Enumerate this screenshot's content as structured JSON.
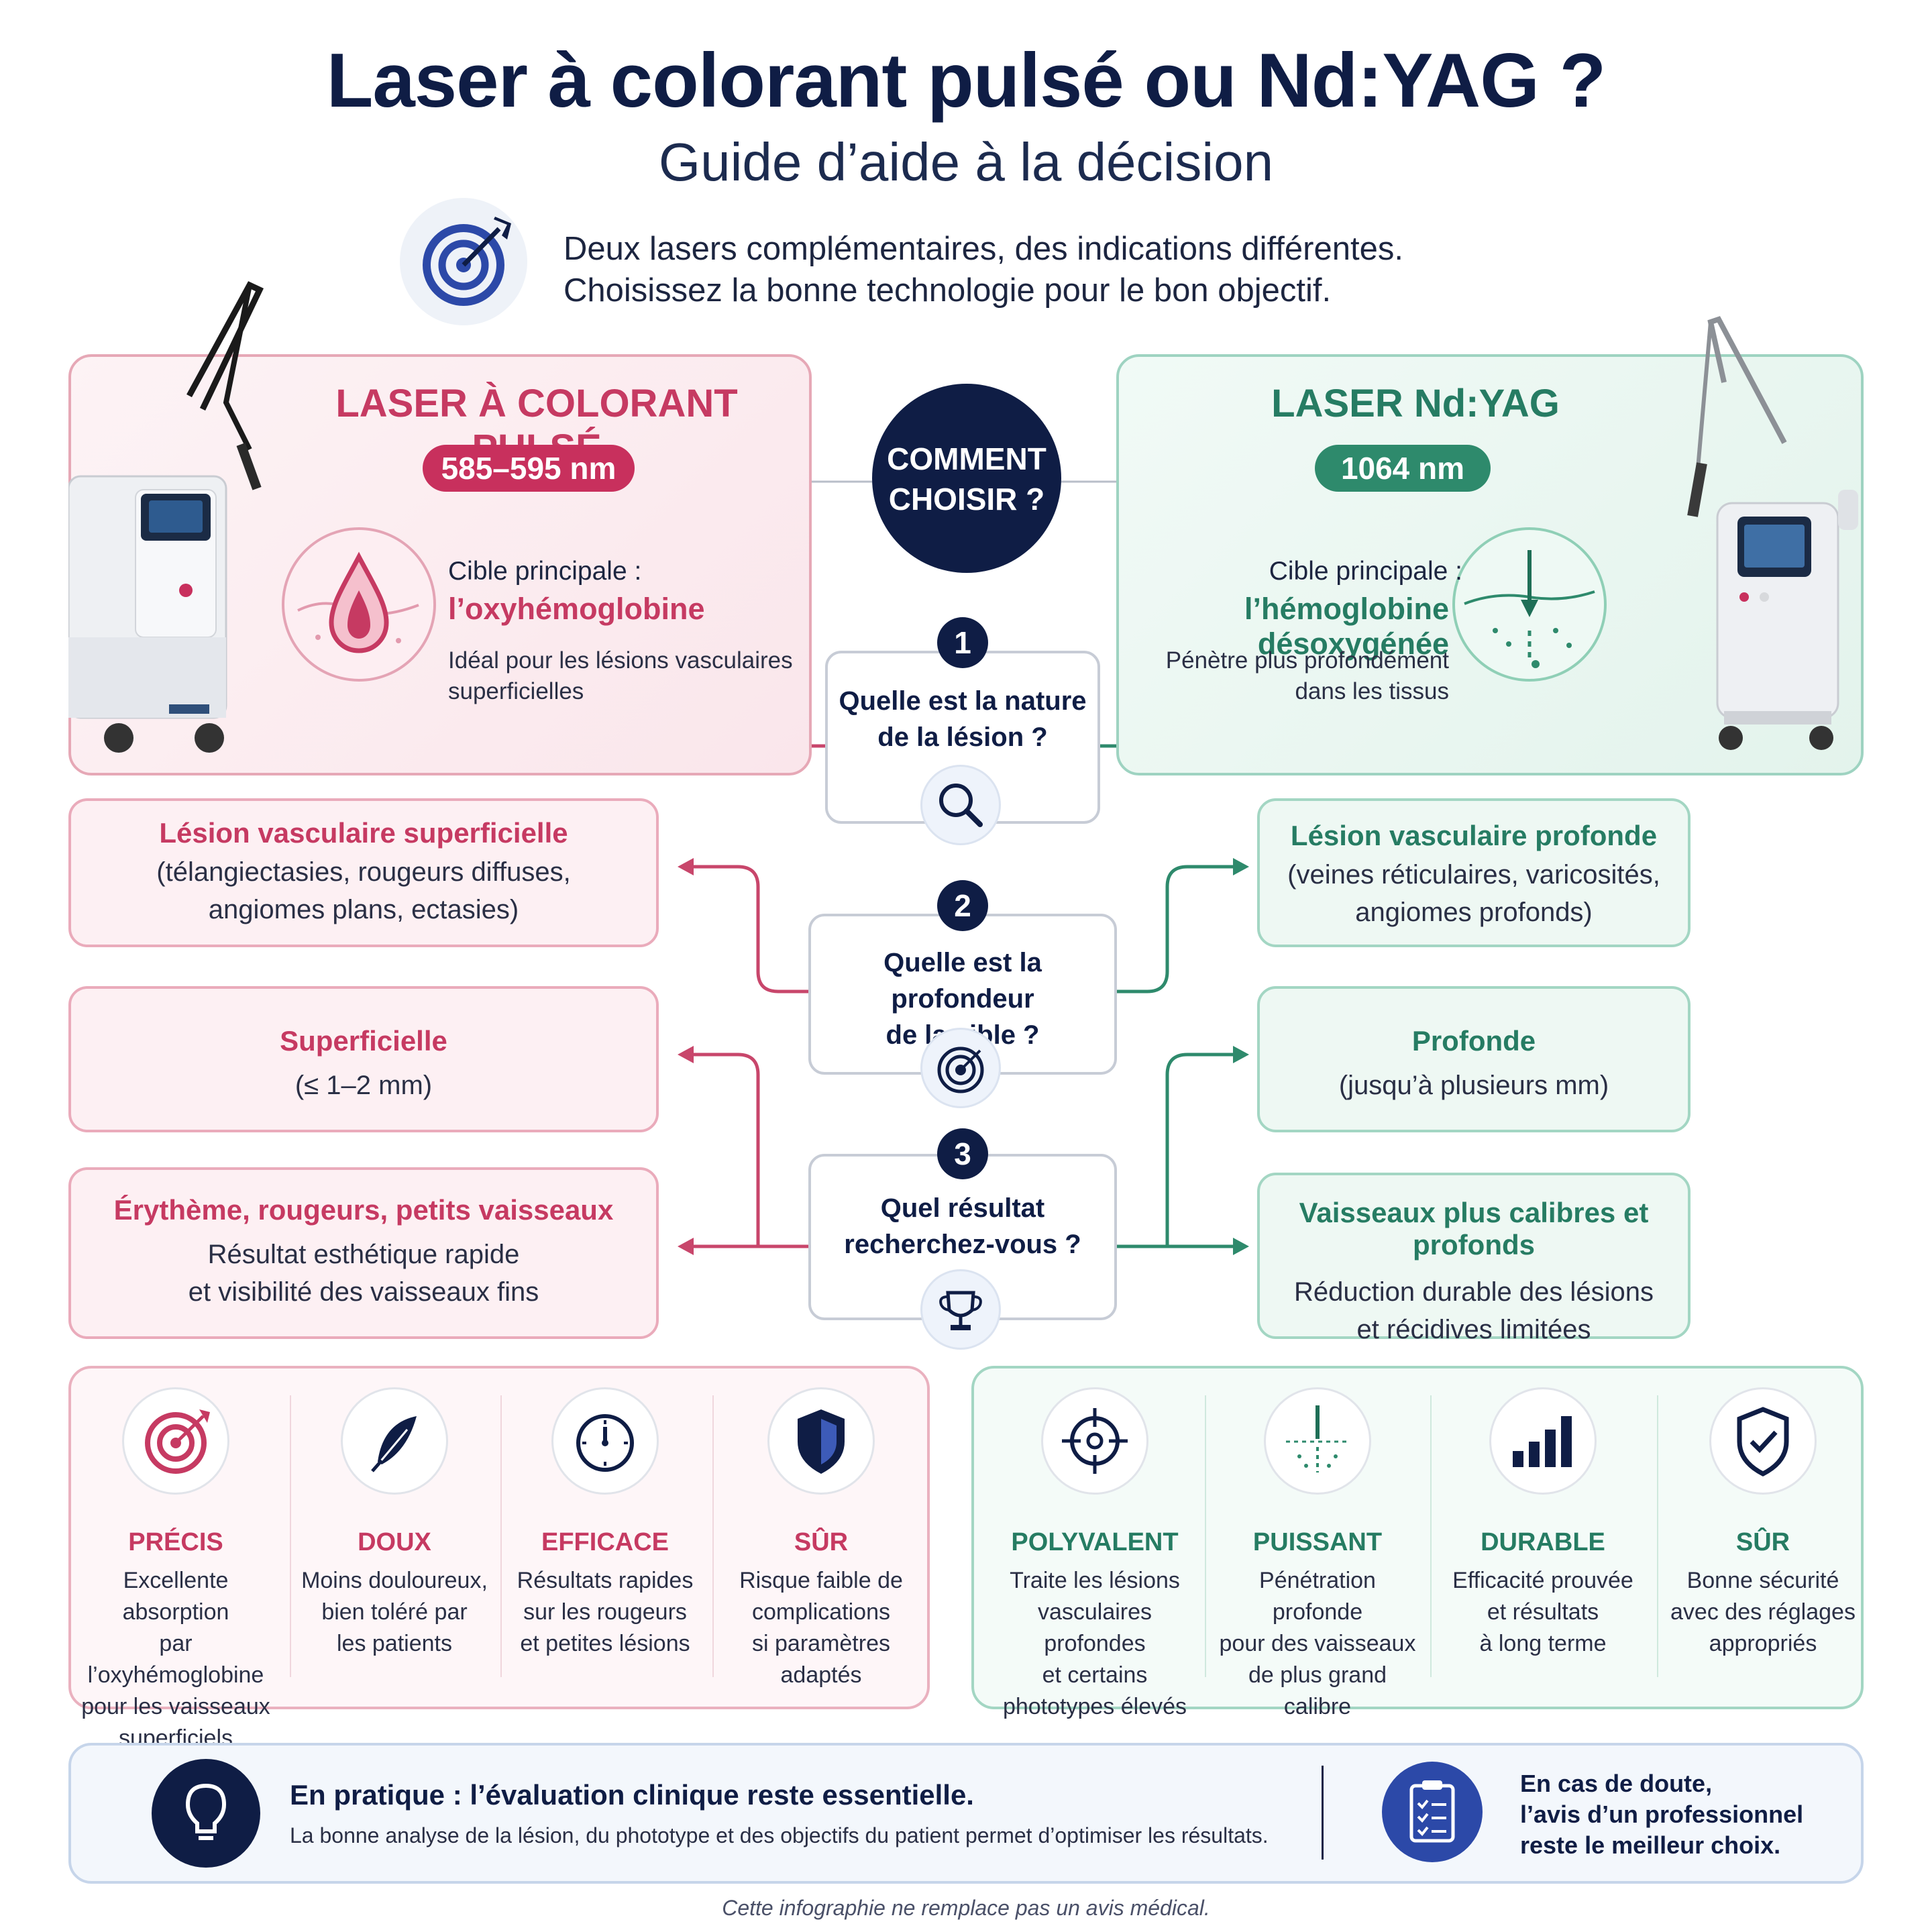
{
  "header": {
    "title": "Laser à colorant pulsé ou Nd:YAG ?",
    "subtitle": "Guide d’aide à la décision",
    "intro_line1": "Deux lasers complémentaires, des indications différentes.",
    "intro_line2": "Choisissez la bonne technologie pour le bon objectif."
  },
  "pdl": {
    "title": "LASER À COLORANT PULSÉ",
    "wavelength": "585–595 nm",
    "target_label": "Cible principale :",
    "target": "l’oxyhémoglobine",
    "desc_line1": "Idéal pour les lésions vasculaires",
    "desc_line2": "superficielles"
  },
  "ndyag": {
    "title": "LASER Nd:YAG",
    "wavelength": "1064 nm",
    "target_label": "Cible principale :",
    "target": "l’hémoglobine désoxygénée",
    "desc_line1": "Pénètre plus profondément",
    "desc_line2": "dans les tissus"
  },
  "center": {
    "line1": "COMMENT",
    "line2": "CHOISIR ?"
  },
  "questions": [
    {
      "num": "1",
      "line1": "Quelle est la nature",
      "line2": "de la lésion ?",
      "icon": "magnifier-icon"
    },
    {
      "num": "2",
      "line1": "Quelle est la profondeur",
      "line2": "de la cible ?",
      "icon": "target-icon"
    },
    {
      "num": "3",
      "line1": "Quel résultat",
      "line2": "recherchez-vous ?",
      "icon": "trophy-icon"
    }
  ],
  "left_answers": [
    {
      "title": "Lésion vasculaire superficielle",
      "line1": "(télangiectasies, rougeurs diffuses,",
      "line2": "angiomes plans, ectasies)"
    },
    {
      "title": "Superficielle",
      "line1": "(≤ 1–2 mm)",
      "line2": ""
    },
    {
      "title": "Érythème, rougeurs, petits vaisseaux",
      "line1": "Résultat esthétique rapide",
      "line2": "et visibilité des vaisseaux fins"
    }
  ],
  "right_answers": [
    {
      "title": "Lésion vasculaire profonde",
      "line1": "(veines réticulaires, varicosités,",
      "line2": "angiomes profonds)"
    },
    {
      "title": "Profonde",
      "line1": "(jusqu’à plusieurs mm)",
      "line2": ""
    },
    {
      "title": "Vaisseaux plus calibres et profonds",
      "line1": "Réduction durable des lésions",
      "line2": "et récidives limitées"
    }
  ],
  "pdl_benefits": [
    {
      "title": "PRÉCIS",
      "lines": [
        "Excellente absorption",
        "par l’oxyhémoglobine",
        "pour les vaisseaux",
        "superficiels"
      ],
      "icon": "target-arrow-icon"
    },
    {
      "title": "DOUX",
      "lines": [
        "Moins douloureux,",
        "bien toléré par",
        "les patients"
      ],
      "icon": "feather-icon"
    },
    {
      "title": "EFFICACE",
      "lines": [
        "Résultats rapides",
        "sur les rougeurs",
        "et petites lésions"
      ],
      "icon": "timer-icon"
    },
    {
      "title": "SÛR",
      "lines": [
        "Risque faible de",
        "complications",
        "si paramètres",
        "adaptés"
      ],
      "icon": "shield-icon"
    }
  ],
  "ndyag_benefits": [
    {
      "title": "POLYVALENT",
      "lines": [
        "Traite les lésions",
        "vasculaires profondes",
        "et certains",
        "phototypes élevés"
      ],
      "icon": "crosshair-icon"
    },
    {
      "title": "PUISSANT",
      "lines": [
        "Pénétration profonde",
        "pour des vaisseaux",
        "de plus grand",
        "calibre"
      ],
      "icon": "penetration-icon"
    },
    {
      "title": "DURABLE",
      "lines": [
        "Efficacité prouvée",
        "et résultats",
        "à long terme"
      ],
      "icon": "bar-chart-icon"
    },
    {
      "title": "SÛR",
      "lines": [
        "Bonne sécurité",
        "avec des réglages",
        "appropriés"
      ],
      "icon": "shield-check-icon"
    }
  ],
  "footer": {
    "title": "En pratique : l’évaluation clinique reste essentielle.",
    "body": "La bonne analyse de la lésion, du phototype et des objectifs du patient permet d’optimiser les résultats.",
    "right_line1": "En cas de doute,",
    "right_line2": "l’avis d’un professionnel",
    "right_line3": "reste le meilleur choix."
  },
  "disclaimer": "Cette infographie ne remplace pas un avis médical.",
  "colors": {
    "pink": "#c63a62",
    "green": "#267c63",
    "navy": "#0f1d45"
  }
}
